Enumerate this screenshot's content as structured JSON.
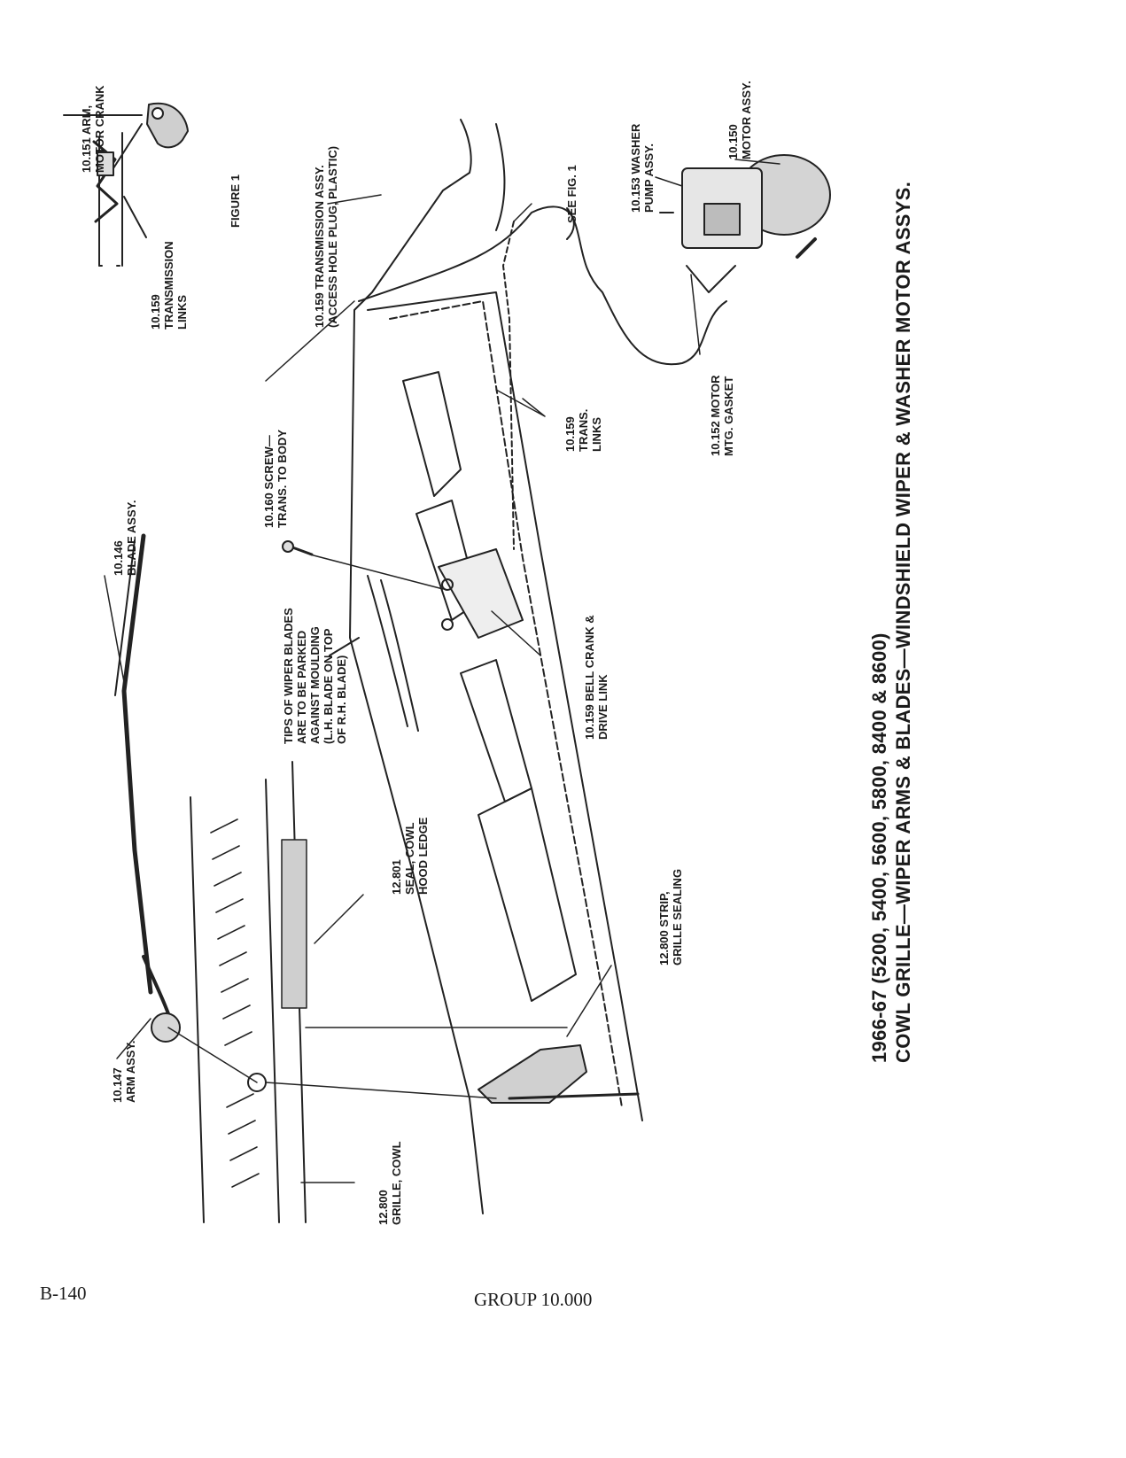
{
  "title": {
    "line1": "1966-67 (5200, 5400, 5600, 5800, 8400 & 8600)",
    "line2": "COWL GRILLE—WIPER ARMS & BLADES—WINDSHIELD WIPER & WASHER MOTOR ASSYS."
  },
  "figure_caption": "FIGURE 1",
  "labels": {
    "arm_motor_crank": [
      "10.151 ARM,",
      "MOTOR CRANK"
    ],
    "transmission_links_fig": [
      "10.159",
      "TRANSMISSION",
      "LINKS"
    ],
    "transmission_assy": [
      "10.159 TRANSMISSION ASSY.",
      "(ACCESS HOLE PLUG, PLASTIC)"
    ],
    "see_fig": [
      "SEE FIG. 1"
    ],
    "washer_pump": [
      "10.153 WASHER",
      "PUMP ASSY."
    ],
    "motor_assy": [
      "10.150",
      "MOTOR ASSY."
    ],
    "blade_assy": [
      "10.146",
      "BLADE ASSY."
    ],
    "screw_trans": [
      "10.160 SCREW—",
      "TRANS. TO BODY"
    ],
    "trans_links": [
      "10.159",
      "TRANS.",
      "LINKS"
    ],
    "motor_gasket": [
      "10.152 MOTOR",
      "MTG. GASKET"
    ],
    "tips_note": [
      "TIPS OF WIPER BLADES",
      "ARE TO BE PARKED",
      "AGAINST MOULDING",
      "(L.H. BLADE ON TOP",
      "OF R.H. BLADE)"
    ],
    "bell_crank": [
      "10.159 BELL CRANK &",
      "DRIVE LINK"
    ],
    "seal_cowl": [
      "12.801",
      "SEAL, COWL",
      "HOOD LEDGE"
    ],
    "strip_grille": [
      "12.800 STRIP,",
      "GRILLE SEALING"
    ],
    "arm_assy": [
      "10.147",
      "ARM ASSY."
    ],
    "grille_cowl": [
      "12.800",
      "GRILLE, COWL"
    ]
  },
  "footer": {
    "page_number": "B-140",
    "group": "GROUP 10.000"
  }
}
